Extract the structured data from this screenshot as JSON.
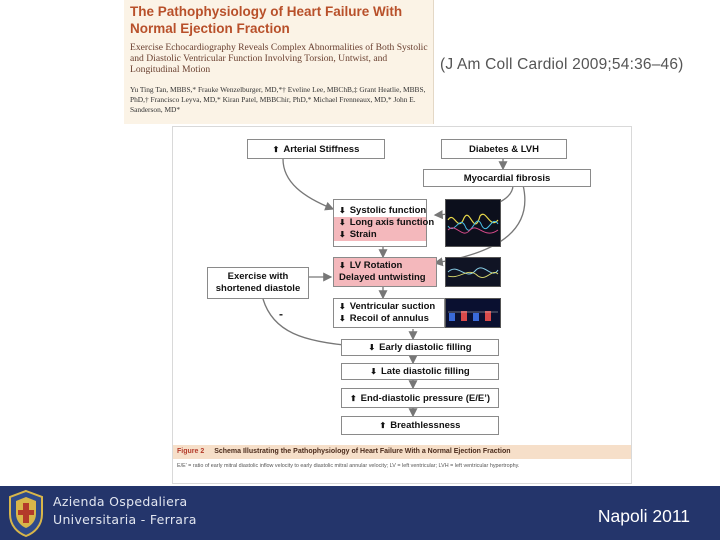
{
  "header": {
    "title": "The Pathophysiology of Heart Failure With Normal Ejection Fraction",
    "subtitle": "Exercise Echocardiography Reveals Complex Abnormalities of Both Systolic and Diastolic Ventricular Function Involving Torsion, Untwist, and Longitudinal Motion",
    "authors": "Yu Ting Tan, MBBS,* Frauke Wenzelburger, MD,*† Eveline Lee, MBChB,‡ Grant Heatlie, MBBS, PhD,† Francisco Leyva, MD,* Kiran Patel, MBBChir, PhD,* Michael Frenneaux, MD,* John E. Sanderson, MD*",
    "citation": "(J Am Coll Cardiol 2009;54:36–46)"
  },
  "figure": {
    "nodes": {
      "arterial_stiffness": "Arterial Stiffness",
      "diabetes_lvh": "Diabetes & LVH",
      "myocardial_fibrosis": "Myocardial fibrosis",
      "systolic_function": "Systolic function",
      "long_axis_function": "Long axis function",
      "strain": "Strain",
      "exercise_line1": "Exercise with",
      "exercise_line2": "shortened diastole",
      "lv_rotation": "LV Rotation",
      "delayed_untwisting": "Delayed untwisting",
      "ventricular_suction": "Ventricular suction",
      "recoil_annulus": "Recoil of annulus",
      "early_filling": "Early diastolic filling",
      "late_filling": "Late diastolic filling",
      "end_diastolic_pressure": "End-diastolic pressure (E/E’)",
      "breathlessness": "Breathlessness"
    },
    "minus_sign": "-",
    "arrows": {
      "down": "⬇",
      "up": "⬆"
    },
    "figure_label": "Figure 2",
    "caption": "Schema Illustrating the Pathophysiology of Heart Failure With a Normal Ejection Fraction",
    "footnote": "E/E’ = ratio of early mitral diastolic inflow velocity to early diastolic mitral annular velocity; LV = left ventricular; LVH = left ventricular hypertrophy.",
    "colors": {
      "highlight": "#f4b8bc",
      "caption_bg": "#f6dfc9",
      "connector": "#777777"
    }
  },
  "footer": {
    "institution_line1": "Azienda Ospedaliera",
    "institution_line2": "Universitaria - Ferrara",
    "location": "Napoli 2011",
    "logo_icon": "crest-icon",
    "background": "#24356b"
  }
}
